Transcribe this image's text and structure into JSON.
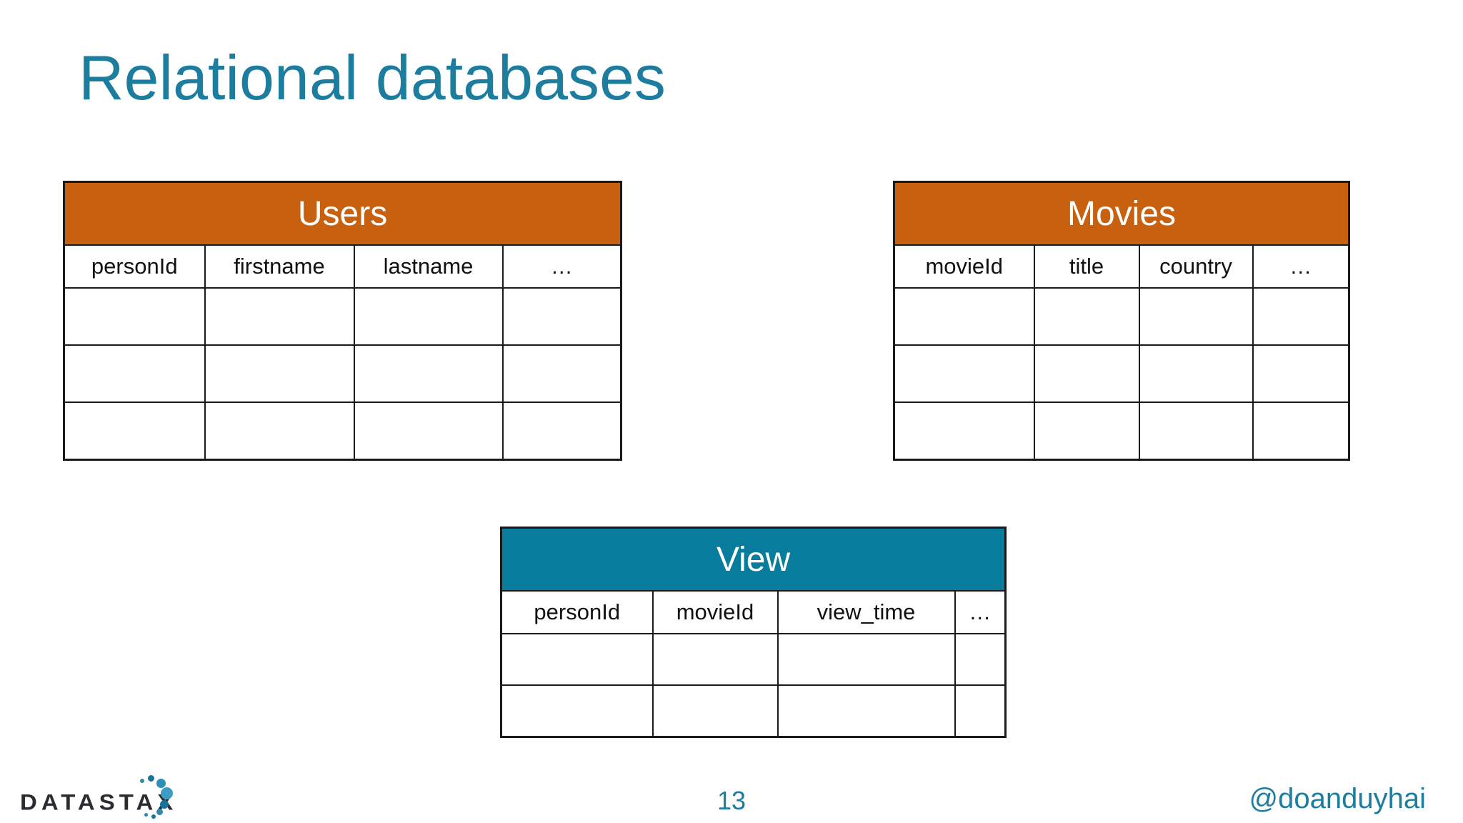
{
  "slide": {
    "title": "Relational databases",
    "page_number": "13",
    "twitter_handle": "@doanduyhai",
    "logo_text": "DATASTAX"
  },
  "colors": {
    "title_teal": "#1d7d9e",
    "table_header_orange": "#c8610f",
    "table_header_teal": "#077c9c",
    "table_border": "#1a1a1a",
    "logo_text_color": "#2b2b30",
    "logo_dot_teal": "#16739b",
    "logo_dot_blue": "#3e9bc5"
  },
  "tables": [
    {
      "title": "Users",
      "header_style": "orange",
      "columns": [
        "personId",
        "firstname",
        "lastname",
        "…"
      ],
      "empty_rows": 3
    },
    {
      "title": "Movies",
      "header_style": "orange",
      "columns": [
        "movieId",
        "title",
        "country",
        "…"
      ],
      "empty_rows": 3
    },
    {
      "title": "View",
      "header_style": "teal",
      "columns": [
        "personId",
        "movieId",
        "view_time",
        "…"
      ],
      "empty_rows": 2
    }
  ]
}
